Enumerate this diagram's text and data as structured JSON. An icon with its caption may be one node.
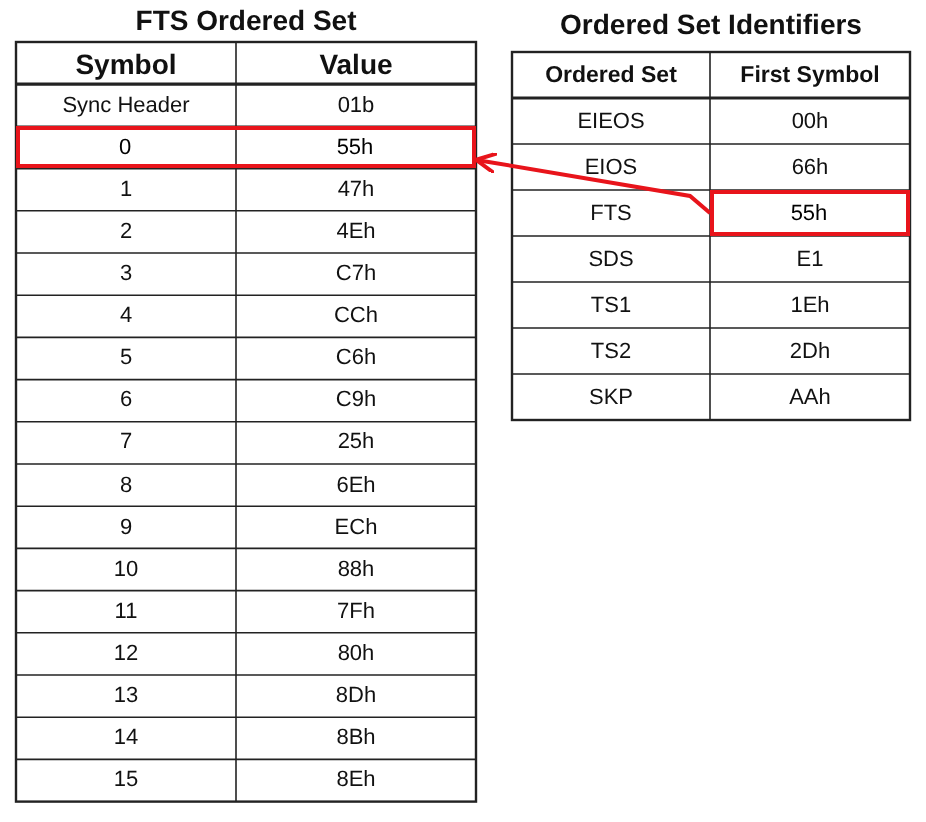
{
  "diagram": {
    "nodes": [
      {
        "text": [
          "0",
          "55h"
        ]
      },
      {
        "text": [
          "55h"
        ]
      }
    ],
    "edges": [
      {
        "from": 1,
        "to": 0,
        "arrow": "to",
        "color": "#e8141b"
      }
    ],
    "labels": [
      "FTS Ordered Set",
      "Symbol",
      "Value",
      "Sync Header",
      "01b",
      "1",
      "47h",
      "2",
      "4Eh",
      "3",
      "C7h",
      "4",
      "CCh",
      "5",
      "C6h",
      "6",
      "C9h",
      "7",
      "25h",
      "8",
      "6Eh",
      "9",
      "ECh",
      "10",
      "88h",
      "11",
      "7Fh",
      "12",
      "80h",
      "13",
      "8Dh",
      "14",
      "8Bh",
      "15",
      "8Eh",
      "Ordered Set Identifiers",
      "Ordered Set",
      "First Symbol",
      "EIEOS",
      "00h",
      "EIOS",
      "66h",
      "FTS",
      "SDS",
      "E1",
      "TS1",
      "1Eh",
      "TS2",
      "2Dh",
      "SKP",
      "AAh"
    ]
  }
}
